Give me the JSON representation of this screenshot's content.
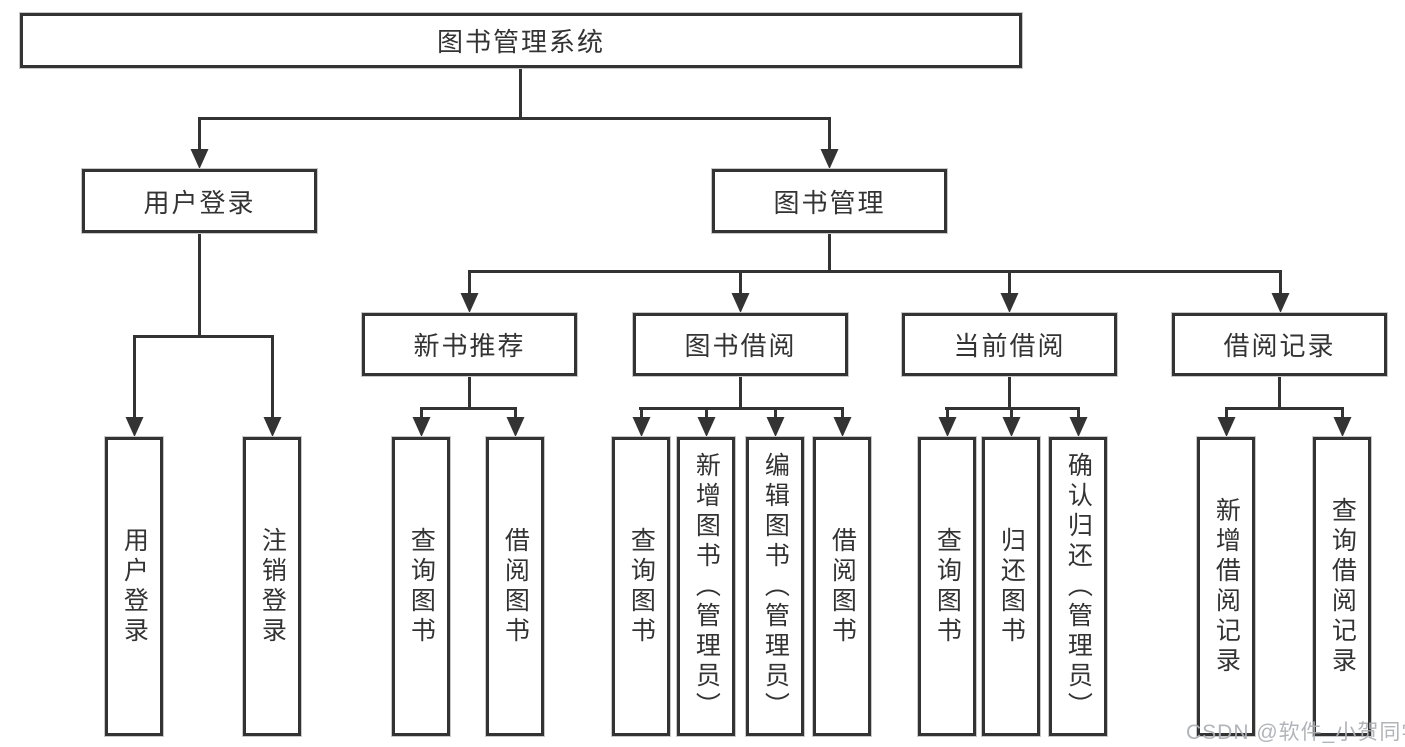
{
  "diagram": {
    "root": {
      "label": "图书管理系统"
    },
    "branches": [
      {
        "label": "用户登录",
        "children": [
          {
            "label": "用户登录"
          },
          {
            "label": "注销登录"
          }
        ]
      },
      {
        "label": "图书管理",
        "children": [
          {
            "label": "新书推荐",
            "children": [
              {
                "label": "查询图书"
              },
              {
                "label": "借阅图书"
              }
            ]
          },
          {
            "label": "图书借阅",
            "children": [
              {
                "label": "查询图书"
              },
              {
                "label": "新增图书（管理员）"
              },
              {
                "label": "编辑图书（管理员）"
              },
              {
                "label": "借阅图书"
              }
            ]
          },
          {
            "label": "当前借阅",
            "children": [
              {
                "label": "查询图书"
              },
              {
                "label": "归还图书"
              },
              {
                "label": "确认归还（管理员）"
              }
            ]
          },
          {
            "label": "借阅记录",
            "children": [
              {
                "label": "新增借阅记录"
              },
              {
                "label": "查询借阅记录"
              }
            ]
          }
        ]
      }
    ]
  },
  "watermark": {
    "text": "CSDN @软件_小贺同学"
  },
  "colors": {
    "line": "#333333",
    "box_border": "#333333",
    "text": "#333333",
    "watermark": "#acb1b6",
    "background": "#ffffff"
  }
}
